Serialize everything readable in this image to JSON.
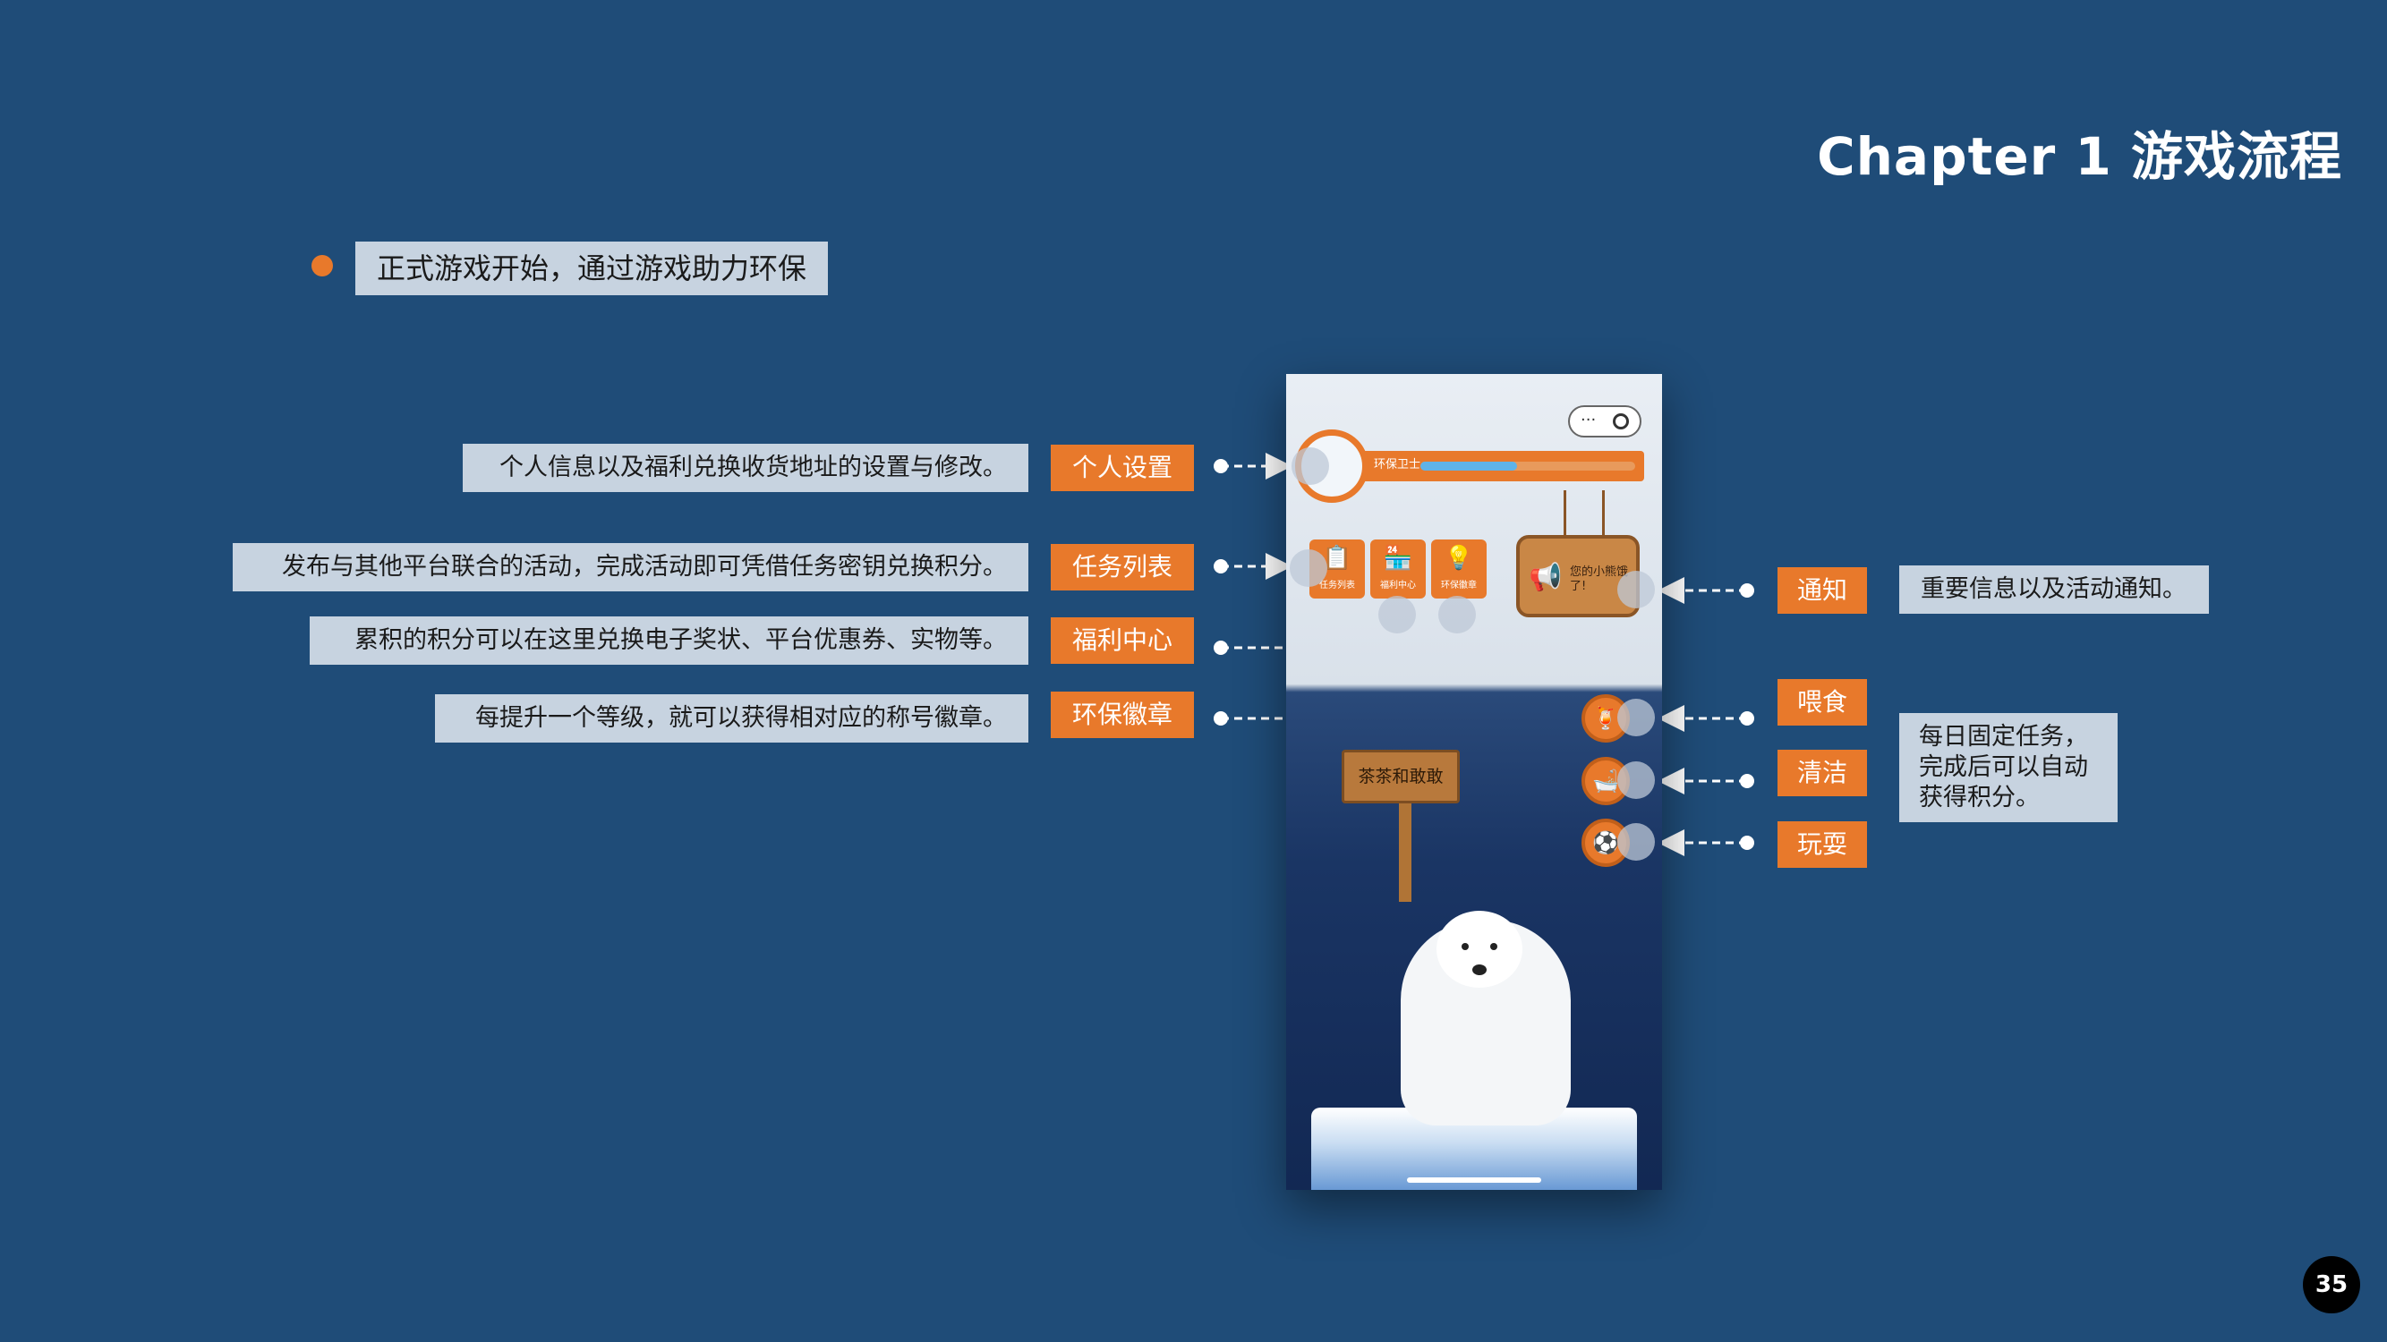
{
  "title": "Chapter 1 游戏流程",
  "intro": "正式游戏开始，通过游戏助力环保",
  "left_items": [
    {
      "desc": "个人信息以及福利兑换收货地址的设置与修改。",
      "tag": "个人设置"
    },
    {
      "desc": "发布与其他平台联合的活动，完成活动即可凭借任务密钥兑换积分。",
      "tag": "任务列表"
    },
    {
      "desc": "累积的积分可以在这里兑换电子奖状、平台优惠券、实物等。",
      "tag": "福利中心"
    },
    {
      "desc": "每提升一个等级，就可以获得相对应的称号徽章。",
      "tag": "环保徽章"
    }
  ],
  "notice": {
    "tag": "通知",
    "desc": "重要信息以及活动通知。"
  },
  "daily": {
    "tags": [
      "喂食",
      "清洁",
      "玩耍"
    ],
    "desc_lines": [
      "每日固定任务，",
      "完成后可以自动",
      "获得积分。"
    ]
  },
  "phone": {
    "capsule_dots": "···",
    "status_label": "环保卫士",
    "progress": 0.45,
    "menu": [
      {
        "label": "任务列表",
        "icon": "clipboard-icon",
        "glyph": "📋"
      },
      {
        "label": "福利中心",
        "icon": "shop-icon",
        "glyph": "🏪"
      },
      {
        "label": "环保徽章",
        "icon": "lightbulb-icon",
        "glyph": "💡"
      }
    ],
    "notice_board": {
      "text": "您的小熊饿了!",
      "icon": "megaphone-icon",
      "glyph": "📢"
    },
    "sign_text": "茶茶和敢敢",
    "actions": [
      {
        "icon": "food-icon",
        "glyph": "🍹"
      },
      {
        "icon": "bath-icon",
        "glyph": "🛁"
      },
      {
        "icon": "ball-icon",
        "glyph": "⚽"
      }
    ]
  },
  "page_number": "35",
  "colors": {
    "background": "#1f4c78",
    "accent": "#e8792b",
    "label_bg": "#c7d3e0"
  }
}
